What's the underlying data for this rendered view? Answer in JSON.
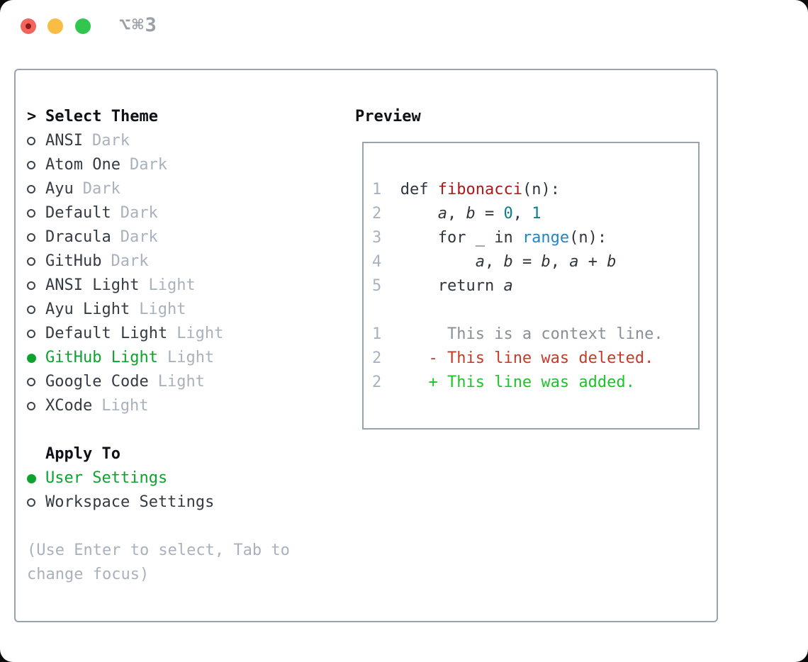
{
  "window": {
    "title": "⌥⌘3"
  },
  "theme_panel": {
    "header": "Select Theme",
    "header_marker": ">",
    "themes": [
      {
        "name": "ANSI",
        "variant": "Dark",
        "selected": false
      },
      {
        "name": "Atom One",
        "variant": "Dark",
        "selected": false
      },
      {
        "name": "Ayu",
        "variant": "Dark",
        "selected": false
      },
      {
        "name": "Default",
        "variant": "Dark",
        "selected": false
      },
      {
        "name": "Dracula",
        "variant": "Dark",
        "selected": false
      },
      {
        "name": "GitHub",
        "variant": "Dark",
        "selected": false
      },
      {
        "name": "ANSI Light",
        "variant": "Light",
        "selected": false
      },
      {
        "name": "Ayu Light",
        "variant": "Light",
        "selected": false
      },
      {
        "name": "Default Light",
        "variant": "Light",
        "selected": false
      },
      {
        "name": "GitHub Light",
        "variant": "Light",
        "selected": true
      },
      {
        "name": "Google Code",
        "variant": "Light",
        "selected": false
      },
      {
        "name": "XCode",
        "variant": "Light",
        "selected": false
      }
    ],
    "apply_to": {
      "header": "Apply To",
      "options": [
        {
          "name": "User Settings",
          "selected": true
        },
        {
          "name": "Workspace Settings",
          "selected": false
        }
      ]
    },
    "hint_lines": [
      "(Use Enter to select, Tab to",
      "change focus)"
    ]
  },
  "preview": {
    "header": "Preview",
    "lines": [
      {
        "segments": [
          {
            "t": "1  ",
            "s": "ln"
          },
          {
            "t": "def ",
            "s": "code"
          },
          {
            "t": "fibonacci",
            "s": "fn"
          },
          {
            "t": "(n):",
            "s": "code"
          }
        ]
      },
      {
        "segments": [
          {
            "t": "2  ",
            "s": "ln"
          },
          {
            "t": "    ",
            "s": "code"
          },
          {
            "t": "a",
            "s": "var"
          },
          {
            "t": ", ",
            "s": "code"
          },
          {
            "t": "b",
            "s": "var"
          },
          {
            "t": " = ",
            "s": "code"
          },
          {
            "t": "0",
            "s": "num"
          },
          {
            "t": ", ",
            "s": "code"
          },
          {
            "t": "1",
            "s": "num"
          }
        ]
      },
      {
        "segments": [
          {
            "t": "3  ",
            "s": "ln"
          },
          {
            "t": "    for _ in ",
            "s": "code"
          },
          {
            "t": "range",
            "s": "builtin"
          },
          {
            "t": "(n):",
            "s": "code"
          }
        ]
      },
      {
        "segments": [
          {
            "t": "4  ",
            "s": "ln"
          },
          {
            "t": "        ",
            "s": "code"
          },
          {
            "t": "a",
            "s": "var"
          },
          {
            "t": ", ",
            "s": "code"
          },
          {
            "t": "b",
            "s": "var"
          },
          {
            "t": " = ",
            "s": "code"
          },
          {
            "t": "b",
            "s": "var"
          },
          {
            "t": ", ",
            "s": "code"
          },
          {
            "t": "a",
            "s": "var"
          },
          {
            "t": " + ",
            "s": "code"
          },
          {
            "t": "b",
            "s": "var"
          }
        ]
      },
      {
        "segments": [
          {
            "t": "5  ",
            "s": "ln"
          },
          {
            "t": "    return ",
            "s": "code"
          },
          {
            "t": "a",
            "s": "var"
          }
        ]
      },
      {
        "segments": []
      },
      {
        "segments": [
          {
            "t": "1  ",
            "s": "ln"
          },
          {
            "t": "     This is a context line.",
            "s": "ctx"
          }
        ]
      },
      {
        "segments": [
          {
            "t": "2  ",
            "s": "ln"
          },
          {
            "t": "   - This line was deleted.",
            "s": "del"
          }
        ]
      },
      {
        "segments": [
          {
            "t": "2  ",
            "s": "ln"
          },
          {
            "t": "   + This line was added.",
            "s": "add"
          }
        ]
      }
    ]
  },
  "colors": {
    "border": "#98a2b0",
    "heading": "#0e1116",
    "text": "#343b43",
    "muted": "#a9b1bd",
    "green": "#0da32e",
    "circle": "#3c434b",
    "ln": "#a9b1bd",
    "code": "#2f363d",
    "fn": "#ad1817",
    "num": "#0d7d87",
    "builtin": "#1e87c5",
    "ctx": "#8a8f96",
    "del": "#c63a28",
    "add": "#1dc427",
    "title": "#9aa0a6",
    "tl_red": "#f2655c",
    "tl_red_dot": "#8a1b15",
    "tl_yellow": "#f9bd45",
    "tl_green": "#31c74e"
  }
}
